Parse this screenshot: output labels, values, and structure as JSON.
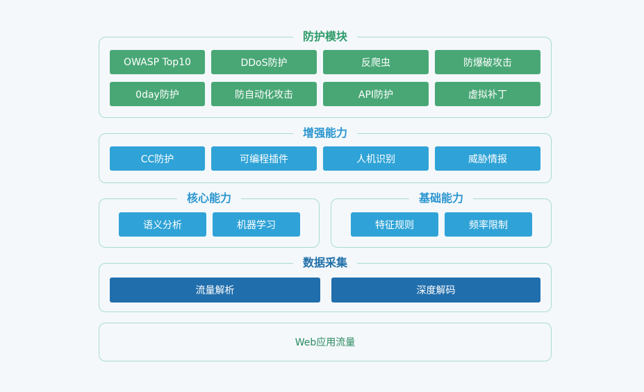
{
  "protection": {
    "title": "防护模块",
    "items": [
      "OWASP Top10",
      "DDoS防护",
      "反爬虫",
      "防爆破攻击",
      "0day防护",
      "防自动化攻击",
      "API防护",
      "虚拟补丁"
    ]
  },
  "enhanced": {
    "title": "增强能力",
    "items": [
      "CC防护",
      "可编程插件",
      "人机识别",
      "威胁情报"
    ]
  },
  "core": {
    "title": "核心能力",
    "items": [
      "语义分析",
      "机器学习"
    ]
  },
  "basic": {
    "title": "基础能力",
    "items": [
      "特征规则",
      "频率限制"
    ]
  },
  "collection": {
    "title": "数据采集",
    "items": [
      "流量解析",
      "深度解码"
    ]
  },
  "source": {
    "label": "Web应用流量"
  },
  "colors": {
    "green": "#49a776",
    "blue": "#2fa3d7",
    "navy": "#216eac",
    "border": "#a8dccf"
  }
}
